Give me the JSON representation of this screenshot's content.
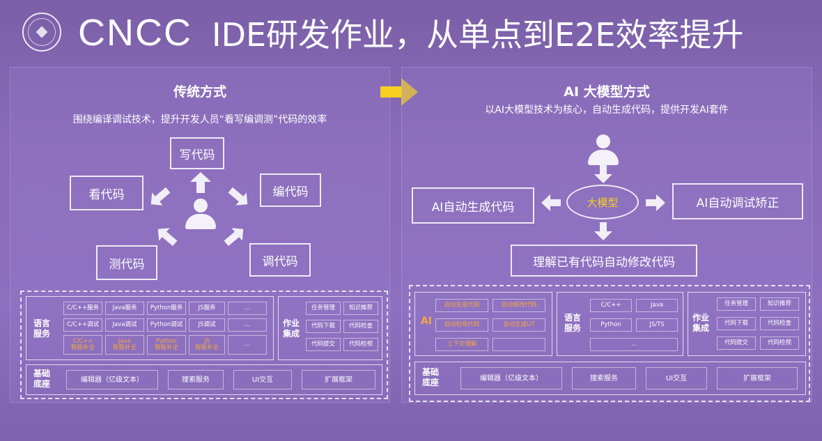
{
  "header": {
    "logo_text": "CNCC",
    "title": "IDE研发作业，从单点到E2E效率提升"
  },
  "left": {
    "title": "传统方式",
    "subtitle": "围绕编译调试技术，提升开发人员“看写编调测”代码的效率",
    "actions": {
      "write": "写代码",
      "view": "看代码",
      "compile": "编代码",
      "test": "测代码",
      "debug": "调代码"
    },
    "lang_label": "语言\n服务",
    "lang_grid": [
      [
        "C/C++服务",
        "Java服务",
        "Python服务",
        "JS服务",
        "..."
      ],
      [
        "C/C++调试",
        "Java调试",
        "Python调试",
        "JS调试",
        "..."
      ],
      [
        "C/C++\n智能补全",
        "Java\n智能补全",
        "Python\n智能补全",
        "JS\n智能补全",
        "..."
      ]
    ],
    "work_label": "作业\n集成",
    "work_grid": [
      [
        "任务管理",
        "知识推荐"
      ],
      [
        "代码下载",
        "代码检查"
      ],
      [
        "代码提交",
        "代码检视"
      ]
    ],
    "base_label": "基础\n底座",
    "base_items": [
      "编辑器（亿级文本）",
      "搜索服务",
      "UI交互",
      "扩展框架"
    ]
  },
  "right": {
    "title": "AI 大模型方式",
    "subtitle": "以AI大模型技术为核心，自动生成代码，提供开发AI套件",
    "center": "大模型",
    "gen": "AI自动生成代码",
    "fix": "AI自动调试矫正",
    "understand": "理解已有代码自动修改代码",
    "ai_label": "AI",
    "ai_grid": [
      [
        "自动生成代码",
        "自动修改代码"
      ],
      [
        "自动检视代码",
        "自动生成UT"
      ],
      [
        "上下文理解",
        ""
      ]
    ],
    "lang_label": "语言\n服务",
    "lang_grid": [
      [
        "C/C++",
        "Java"
      ],
      [
        "Python",
        "JS/TS"
      ],
      [
        "...",
        ""
      ]
    ],
    "work_label": "作业\n集成",
    "work_grid": [
      [
        "任务管理",
        "知识推荐"
      ],
      [
        "代码下载",
        "代码检查"
      ],
      [
        "代码提交",
        "代码检视"
      ]
    ],
    "base_label": "基础\n底座",
    "base_items": [
      "编辑器（亿级文本）",
      "搜索服务",
      "UI交互",
      "扩展框架"
    ]
  },
  "colors": {
    "accent_yellow": "#f5d020",
    "orange_text": "#f4a840"
  }
}
